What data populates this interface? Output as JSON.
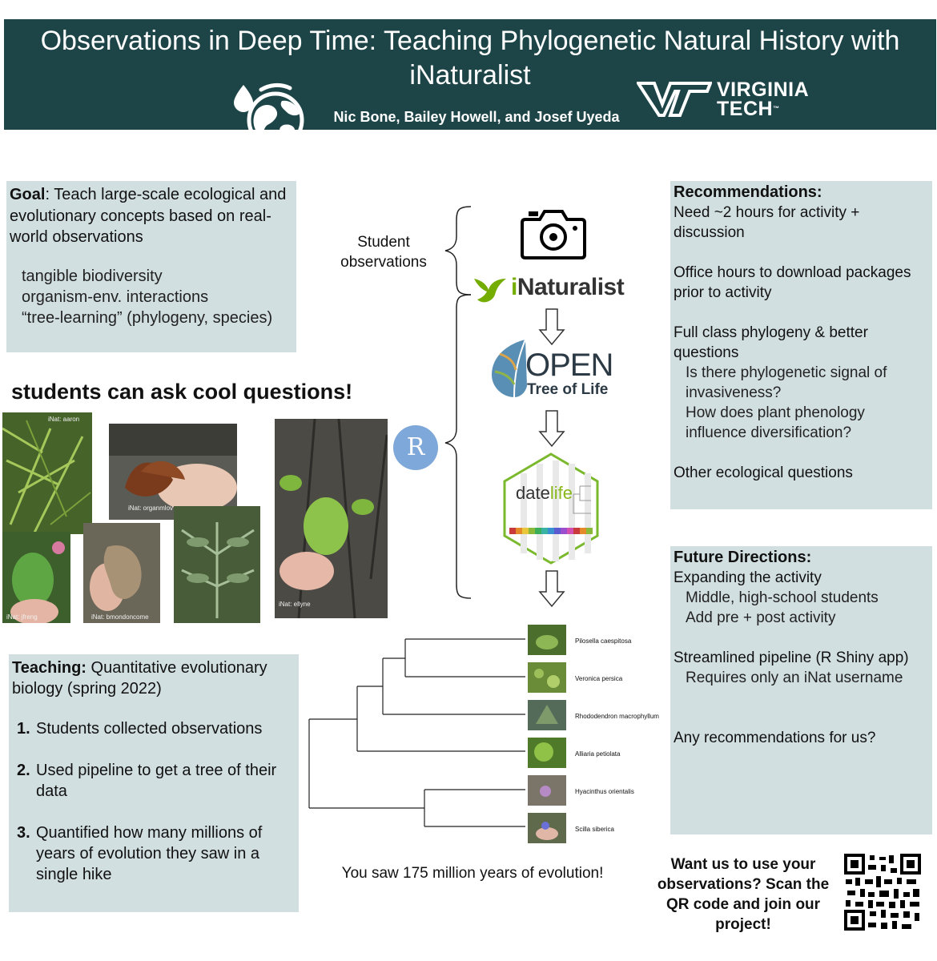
{
  "header": {
    "title_bold": "Observations in Deep Time:",
    "title_rest": " Teaching Phylogenetic Natural History with iNaturalist",
    "authors": "Nic Bone, Bailey Howell, and Josef Uyeda",
    "institution_line1": "VIRGINIA",
    "institution_line2": "TECH",
    "institution_tm": "™",
    "colors": {
      "banner": "#1d4548",
      "box": "#d2dfe1"
    }
  },
  "goal": {
    "label": "Goal",
    "text": ": Teach large-scale ecological and evolutionary concepts based on real-world observations",
    "items": [
      "tangible biodiversity",
      "organism-env. interactions",
      "“tree-learning” (phylogeny, species)"
    ]
  },
  "photos": {
    "heading": "students can ask cool questions!",
    "labels": [
      "iNat: aaron",
      "iNat: organmlov",
      "iNat: jfreng",
      "iNat: bmondoncome",
      "iNat: ellyne"
    ]
  },
  "pipeline": {
    "student_obs": "Student observations",
    "r_label": "R",
    "inat_i": "i",
    "inat_rest": "Naturalist",
    "otl_open": "OPEN",
    "otl_tree": "Tree of Life",
    "datelife_a": "date",
    "datelife_b": "life"
  },
  "tree": {
    "species": [
      "Pilosella caespitosa",
      "Veronica persica",
      "Rhododendron macrophyllum",
      "Alliaria petiolata",
      "Hyacinthus orientalis",
      "Scilla siberica"
    ],
    "caption": "You saw 175 million years of evolution!"
  },
  "teaching": {
    "label": "Teaching:",
    "text": " Quantitative evolutionary biology (spring 2022)",
    "steps": [
      {
        "n": "1.",
        "t": "Students collected observations"
      },
      {
        "n": "2.",
        "t": "Used pipeline to get a tree of their data"
      },
      {
        "n": "3.",
        "t": "Quantified how many millions of years of evolution they saw in a single hike"
      }
    ]
  },
  "recommendations": {
    "label": "Recommendations:",
    "r1": "Need ~2 hours for activity + discussion",
    "r2": "Office hours to download packages prior to activity",
    "r3": "Full class phylogeny & better questions",
    "r3a": "Is there phylogenetic signal of invasiveness?",
    "r3b": "How does plant phenology influence diversification?",
    "r4": "Other ecological questions"
  },
  "future": {
    "label": "Future Directions:",
    "f1": "Expanding the activity",
    "f1a": "Middle, high-school students",
    "f1b": "Add pre + post activity",
    "f2": "Streamlined pipeline (R Shiny app)",
    "f2a": "Requires only an iNat username",
    "f3": "Any recommendations for us?"
  },
  "join": {
    "text": "Want us to use your observations? Scan the QR code and join our project!"
  }
}
